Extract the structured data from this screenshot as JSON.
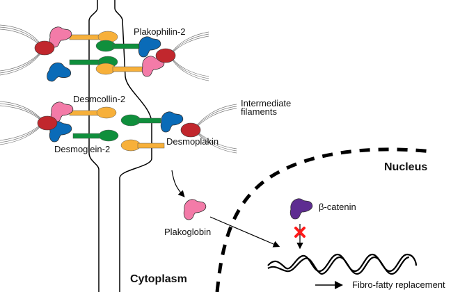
{
  "labels": {
    "plakophilin": "Plakophilin-2",
    "desmocollin": "Desmcollin-2",
    "desmoglein": "Desmoglein-2",
    "desmoplakin": "Desmoplakin",
    "intermediate_line1": "Intermediate",
    "intermediate_line2": "filaments",
    "nucleus": "Nucleus",
    "cytoplasm": "Cytoplasm",
    "plakoglobin": "Plakoglobin",
    "beta_catenin": "β-catenin",
    "outcome": "Fibro-fatty replacement"
  },
  "colors": {
    "desmoplakin": "#c1272d",
    "plakoglobin": "#f37ba8",
    "plakophilin": "#0a6bb8",
    "desmocollin": "#f7b03a",
    "desmoglein": "#0f8f3c",
    "beta_catenin": "#5e2d91",
    "block_x": "#ff1a1a",
    "outline": "#000000"
  }
}
